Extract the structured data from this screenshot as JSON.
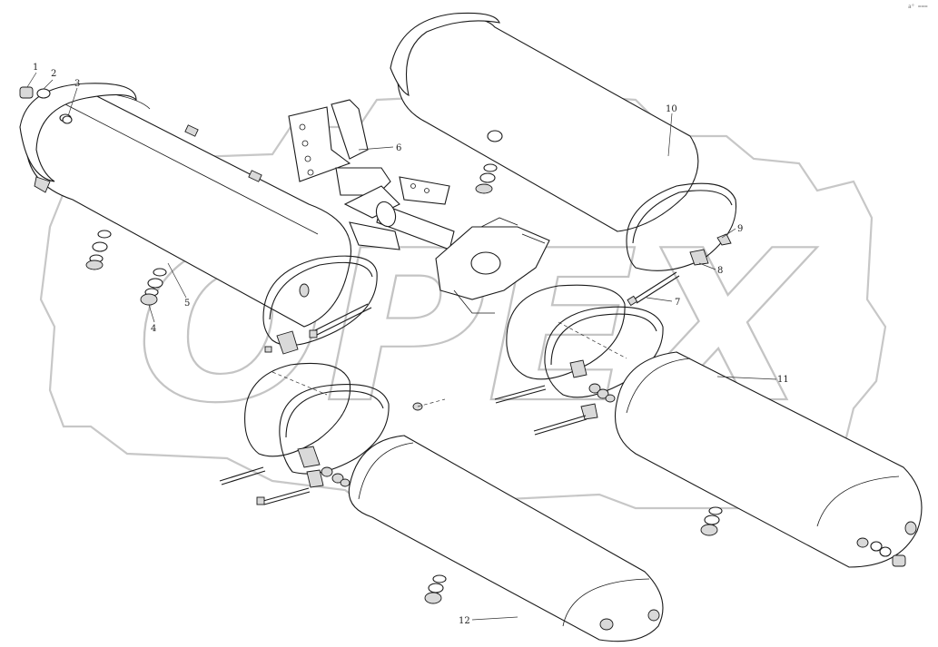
{
  "watermark": {
    "text": "OPEX"
  },
  "corner_mark": "a° ===",
  "callouts": [
    {
      "id": "c1",
      "text": "1"
    },
    {
      "id": "c2",
      "text": "2"
    },
    {
      "id": "c3",
      "text": "3"
    },
    {
      "id": "c4",
      "text": "4"
    },
    {
      "id": "c5",
      "text": "5"
    },
    {
      "id": "c6",
      "text": "6"
    },
    {
      "id": "c7",
      "text": "7"
    },
    {
      "id": "c8",
      "text": "8"
    },
    {
      "id": "c9",
      "text": "9"
    },
    {
      "id": "c10",
      "text": "10"
    },
    {
      "id": "c11",
      "text": "11"
    },
    {
      "id": "c12",
      "text": "12"
    }
  ]
}
